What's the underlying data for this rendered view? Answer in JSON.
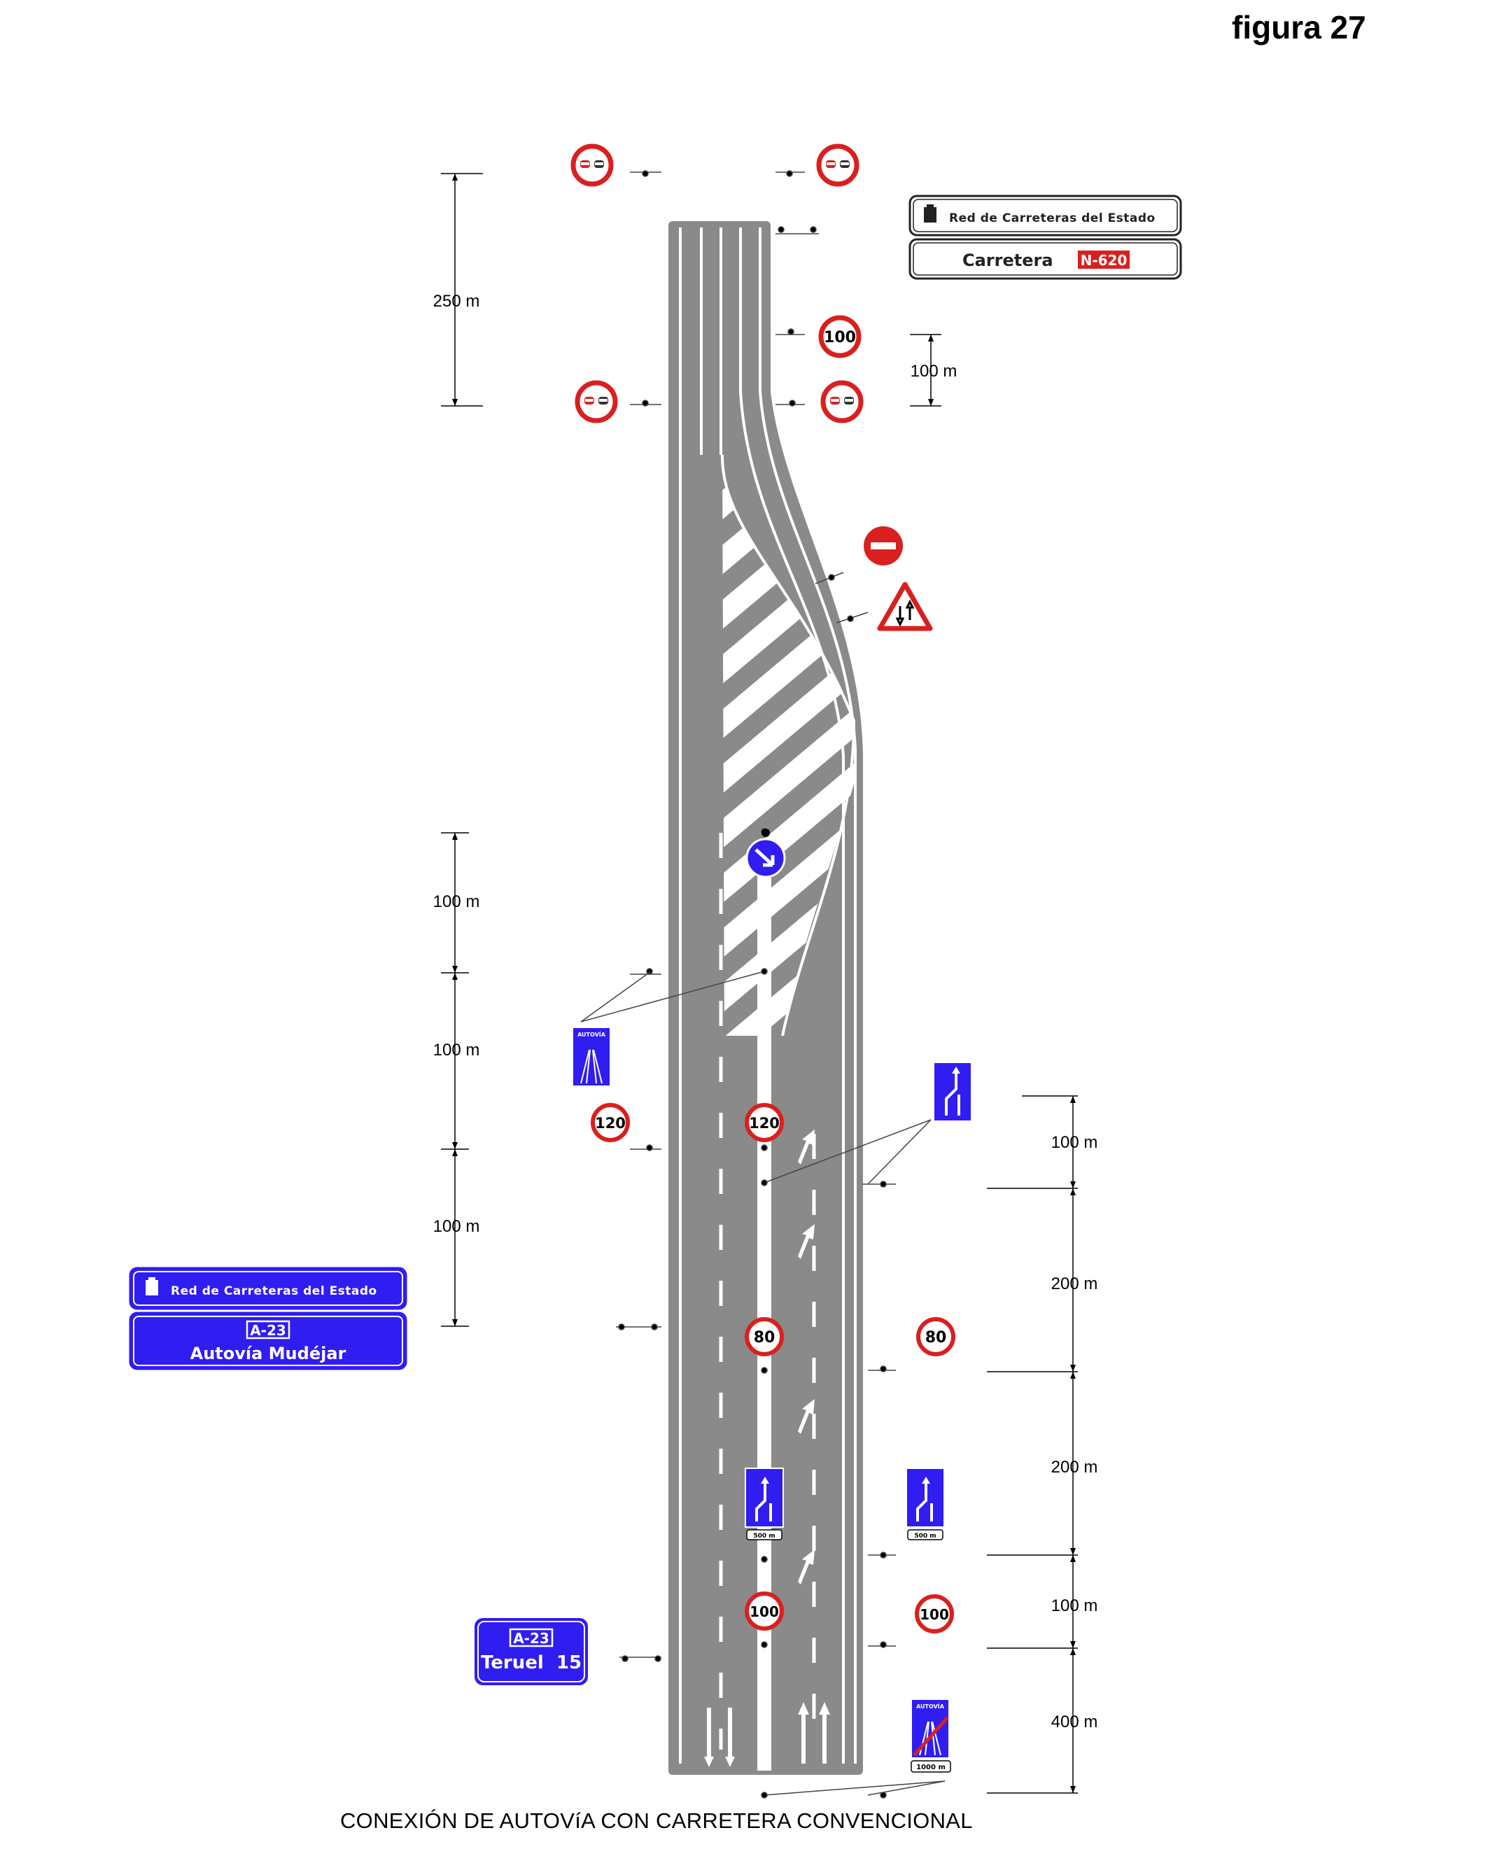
{
  "figure_label": "figura 27",
  "caption": "CONEXIÓN DE AUTOVíA CON CARRETERA CONVENCIONAL",
  "signs": {
    "speed_100_top": "100",
    "speed_120": "120",
    "speed_80": "80",
    "speed_100_bottom": "100"
  },
  "panels": {
    "state_network": "Red de Carreteras del Estado",
    "carretera_label": "Carretera",
    "carretera_code": "N-620",
    "autovia_code": "A-23",
    "autovia_name": "Autovía Mudéjar",
    "dest_code": "A-23",
    "dest_text": "Teruel  15",
    "autovia_word": "AUTOVÍA",
    "dist_500": "500 m",
    "dist_1000": "1000 m"
  },
  "dimensions_left": [
    "250 m",
    "100 m",
    "100 m",
    "100 m"
  ],
  "dimensions_right": [
    "100 m",
    "100 m",
    "200 m",
    "200 m",
    "100 m",
    "400 m"
  ],
  "colors": {
    "road": "#8a8a8a",
    "sign_red": "#d9201f",
    "sign_blue": "#2f1df2",
    "white": "#ffffff"
  }
}
